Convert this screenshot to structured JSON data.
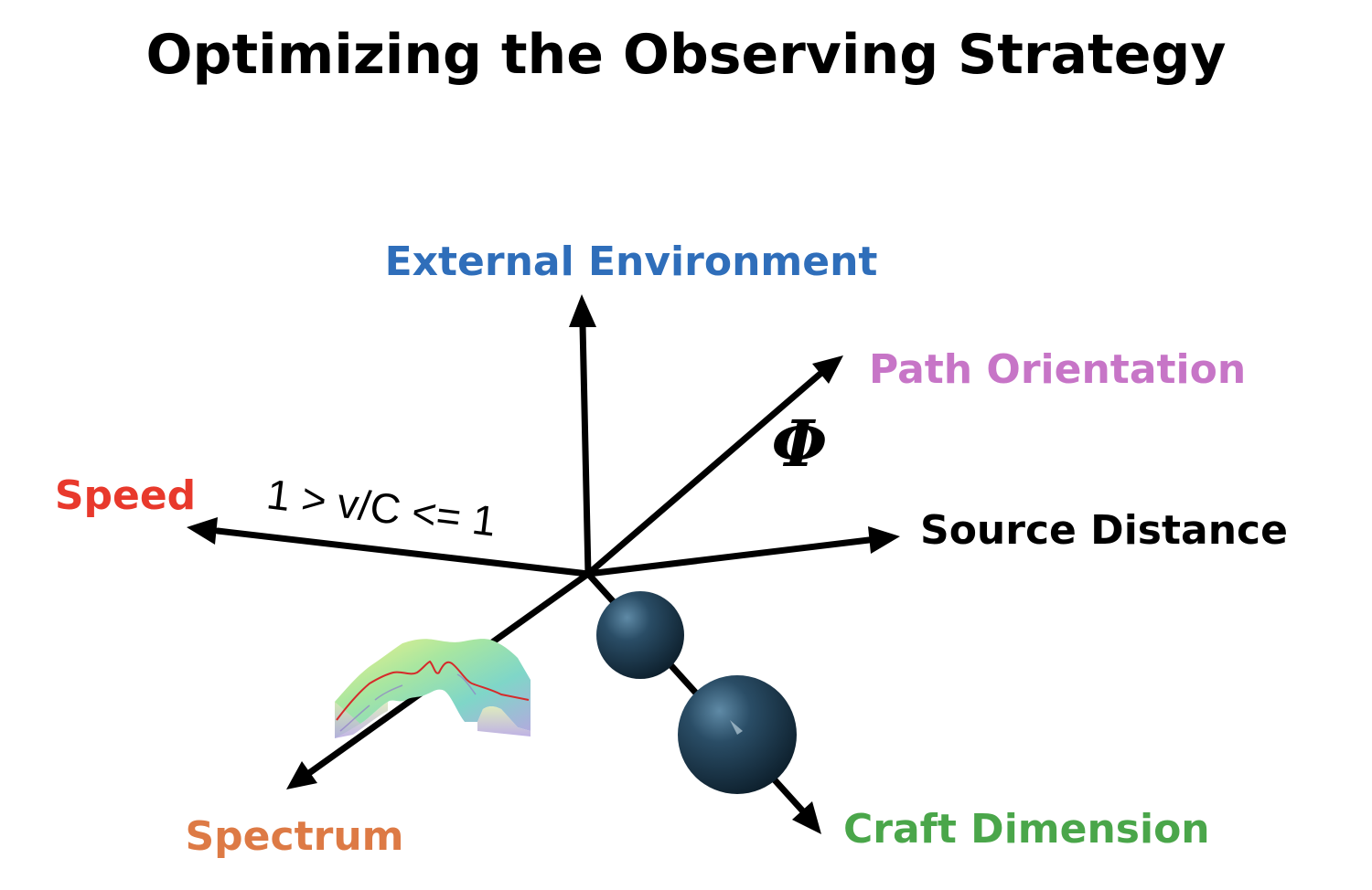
{
  "title": "Optimizing the Observing Strategy",
  "axes": {
    "external_environment": {
      "label": "External Environment",
      "color": "#2F6EBA"
    },
    "path_orientation": {
      "label": "Path Orientation",
      "color": "#C775C7"
    },
    "speed": {
      "label": "Speed",
      "color": "#E8392C"
    },
    "source_distance": {
      "label": "Source Distance",
      "color": "#000000"
    },
    "spectrum": {
      "label": "Spectrum",
      "color": "#DD7A45"
    },
    "craft_dimension": {
      "label": "Craft Dimension",
      "color": "#4AA64A"
    }
  },
  "annotations": {
    "speed_ratio": "1 > v/C <= 1",
    "phi": "Φ"
  },
  "sphere_color": "#1E3A4F",
  "icons": [
    "spectrum-surface-thumbnail",
    "craft-spheres"
  ]
}
